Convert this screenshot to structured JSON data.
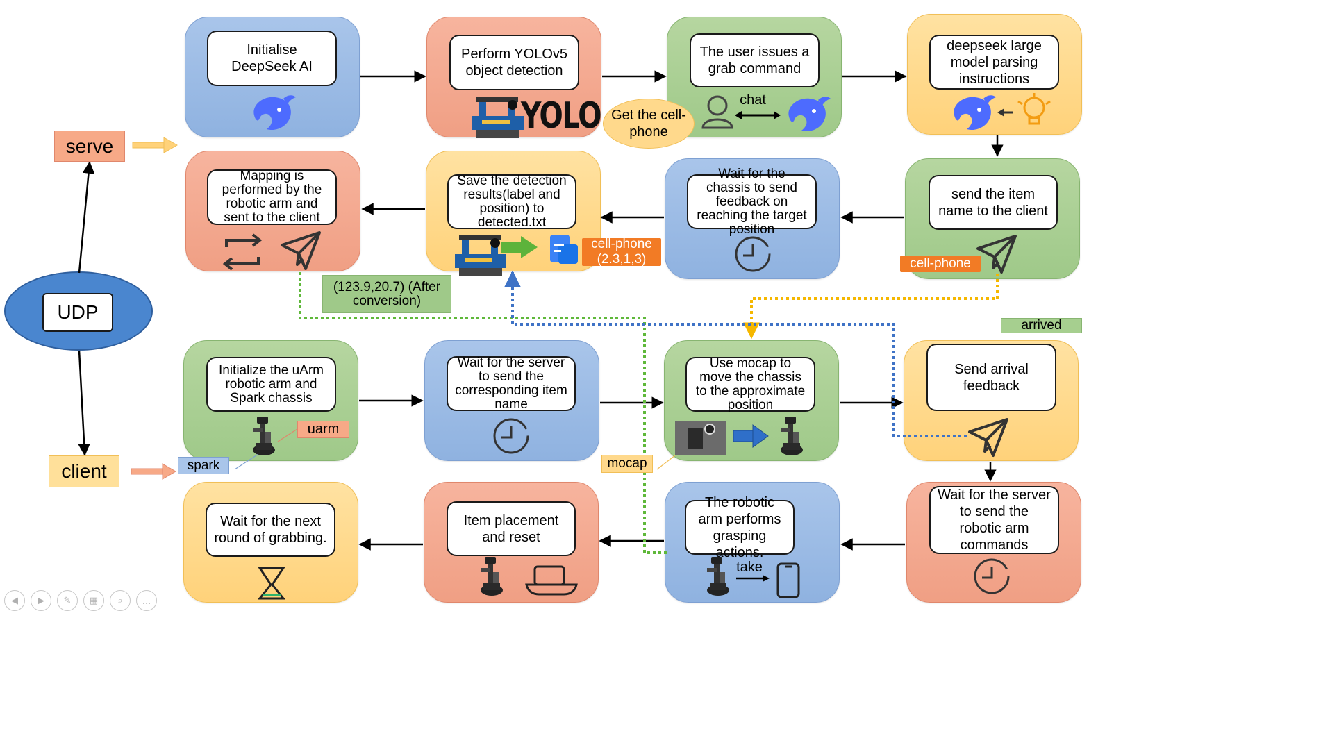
{
  "side": {
    "udp": "UDP",
    "serve": "serve",
    "client": "client"
  },
  "server_row1": {
    "init_deepseek": "Initialise DeepSeek AI",
    "yolo_detection": "Perform YOLOv5 object detection",
    "yolo_logo": "YOLO",
    "user_grab": "The user issues a grab command",
    "chat": "chat",
    "speech": "Get the cell-phone",
    "deepseek_parsing": "deepseek large model parsing instructions"
  },
  "server_row2": {
    "mapping": "Mapping is performed by the robotic arm and sent to the client",
    "save_detection": "Save the detection results(label and position) to detected.txt",
    "detection_tag": "cell-phone (2.3,1,3)",
    "wait_chassis": "Wait for the chassis to send feedback on reaching the target position",
    "send_item": "send the item name to the client",
    "item_tag": "cell-phone"
  },
  "floating": {
    "converted": "(123.9,20.7) (After conversion)",
    "arrived": "arrived",
    "uarm": "uarm",
    "spark": "spark",
    "mocap": "mocap",
    "take": "take"
  },
  "client_row1": {
    "init_uarm": "Initialize the uArm robotic arm and Spark chassis",
    "wait_server_item": "Wait for the server to send the corresponding item name",
    "mocap_move": "Use mocap to move the chassis to the approximate position",
    "arrival_feedback": "Send arrival feedback"
  },
  "client_row2": {
    "wait_next": "Wait for the next round of grabbing.",
    "placement": "Item placement and reset",
    "grasping": "The robotic arm performs grasping actions.",
    "wait_arm_cmd": "Wait for the server to send the robotic arm commands"
  },
  "colors": {
    "blue_card": "#a9c5ea",
    "orange_card": "#f7b49e",
    "green_card": "#b6d6a0",
    "yellow_card": "#ffe2a2",
    "udp_ellipse": "#4a86cf",
    "deepseek_blue": "#4d6bfe"
  },
  "icons": [
    "deepseek-whale-icon",
    "robot-arm-icon",
    "user-icon",
    "bulb-icon",
    "refresh-icon",
    "paper-plane-icon",
    "document-icon",
    "clock-icon",
    "hourglass-icon",
    "phone-icon",
    "tray-icon",
    "chassis-robot-icon"
  ]
}
